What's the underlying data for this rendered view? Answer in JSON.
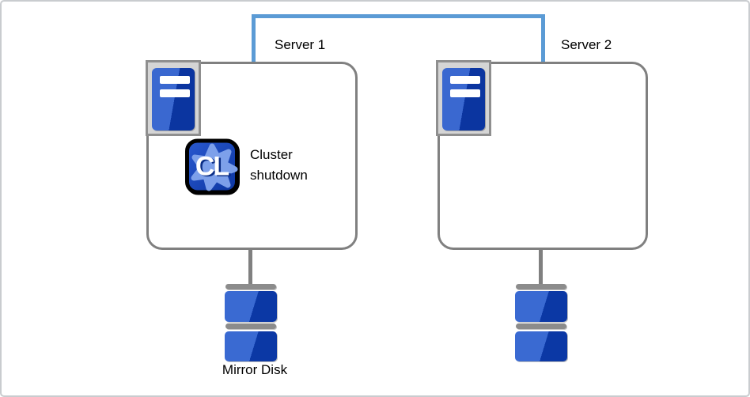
{
  "diagram": {
    "type": "cluster-mirror-disk-diagram",
    "servers": [
      {
        "label": "Server 1"
      },
      {
        "label": "Server 2"
      }
    ],
    "cluster_action": {
      "badge_text": "CL",
      "line1": "Cluster",
      "line2": "shutdown"
    },
    "storage": {
      "label": "Mirror Disk"
    },
    "icons": {
      "server": "server-tower-icon",
      "badge": "cluster-badge-icon",
      "disk": "mirror-disk-icon"
    },
    "colors": {
      "interconnect_blue": "#5b9bd5",
      "outline_gray": "#808080",
      "plate_fill": "#d5d5d5",
      "plate_border": "#8f8f8f",
      "hardware_blue_light": "#3a68d0",
      "hardware_blue_dark": "#0b35a0",
      "disk_blue_light": "#3a6ad2",
      "disk_blue_dark": "#0b38a5",
      "disk_gray": "#8c8c8c",
      "badge_bg_light": "#2a59d0",
      "badge_bg_dark": "#0b35a0",
      "badge_gear_blue": "#7da0ea",
      "badge_border": "#000000",
      "text": "#000000",
      "frame_border": "#c9cccf"
    }
  }
}
